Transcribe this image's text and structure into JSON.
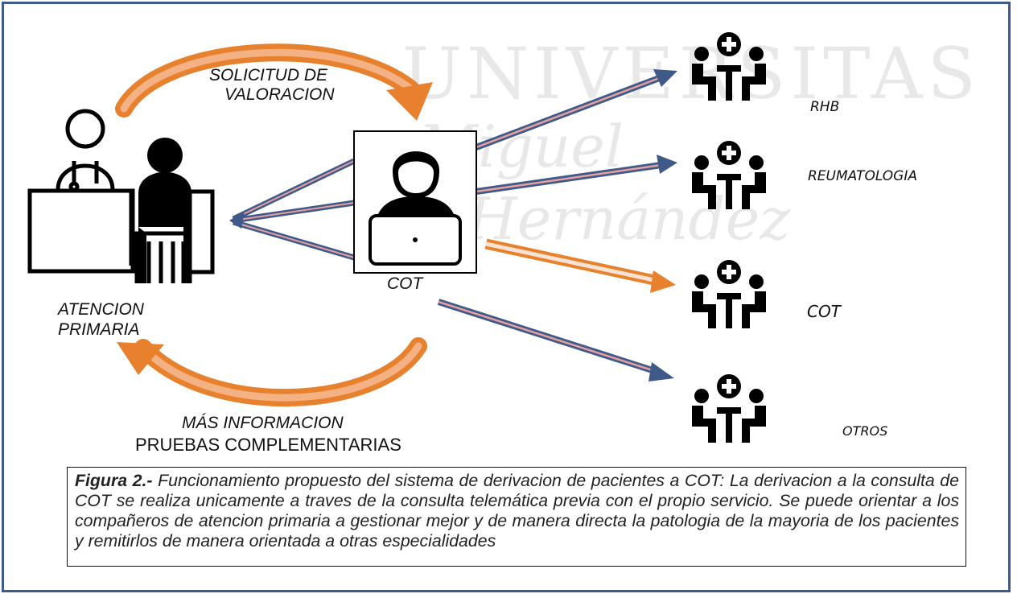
{
  "labels": {
    "solicitud_line1": "SOLICITUD DE",
    "solicitud_line2": "VALORACION",
    "atencion_line1": "ATENCION",
    "atencion_line2": "PRIMARIA",
    "cot_center": "COT",
    "mas_informacion": "MÁS INFORMACION",
    "pruebas": "PRUEBAS COMPLEMENTARIAS",
    "dest_rhb": "RHB",
    "dest_reumatologia": "REUMATOLOGIA",
    "dest_cot": "COT",
    "dest_otros": "OTROS"
  },
  "watermark": {
    "line1": "UNIVERSITAS",
    "line2": "Miguel",
    "line3": "Hernández"
  },
  "caption": {
    "bold_prefix": "Figura 2.-",
    "text": " Funcionamiento propuesto del sistema de derivacion de pacientes a COT: La derivacion a la consulta de COT se realiza unicamente a traves de la consulta telemática previa con el propio servicio. Se puede orientar a los compañeros de atencion primaria a gestionar mejor y de manera directa la patologia de la mayoria de los pacientes y remitirlos de manera orientada a otras especialidades"
  },
  "colors": {
    "frame": "#3f5a88",
    "orange": "#e8812d",
    "orange_light": "#f4b183",
    "blue": "#3f5a88",
    "pink": "#e6a0a0"
  },
  "icons": [
    "doctor-desk-patient-icon",
    "doctor-laptop-icon",
    "medical-team-icon"
  ]
}
